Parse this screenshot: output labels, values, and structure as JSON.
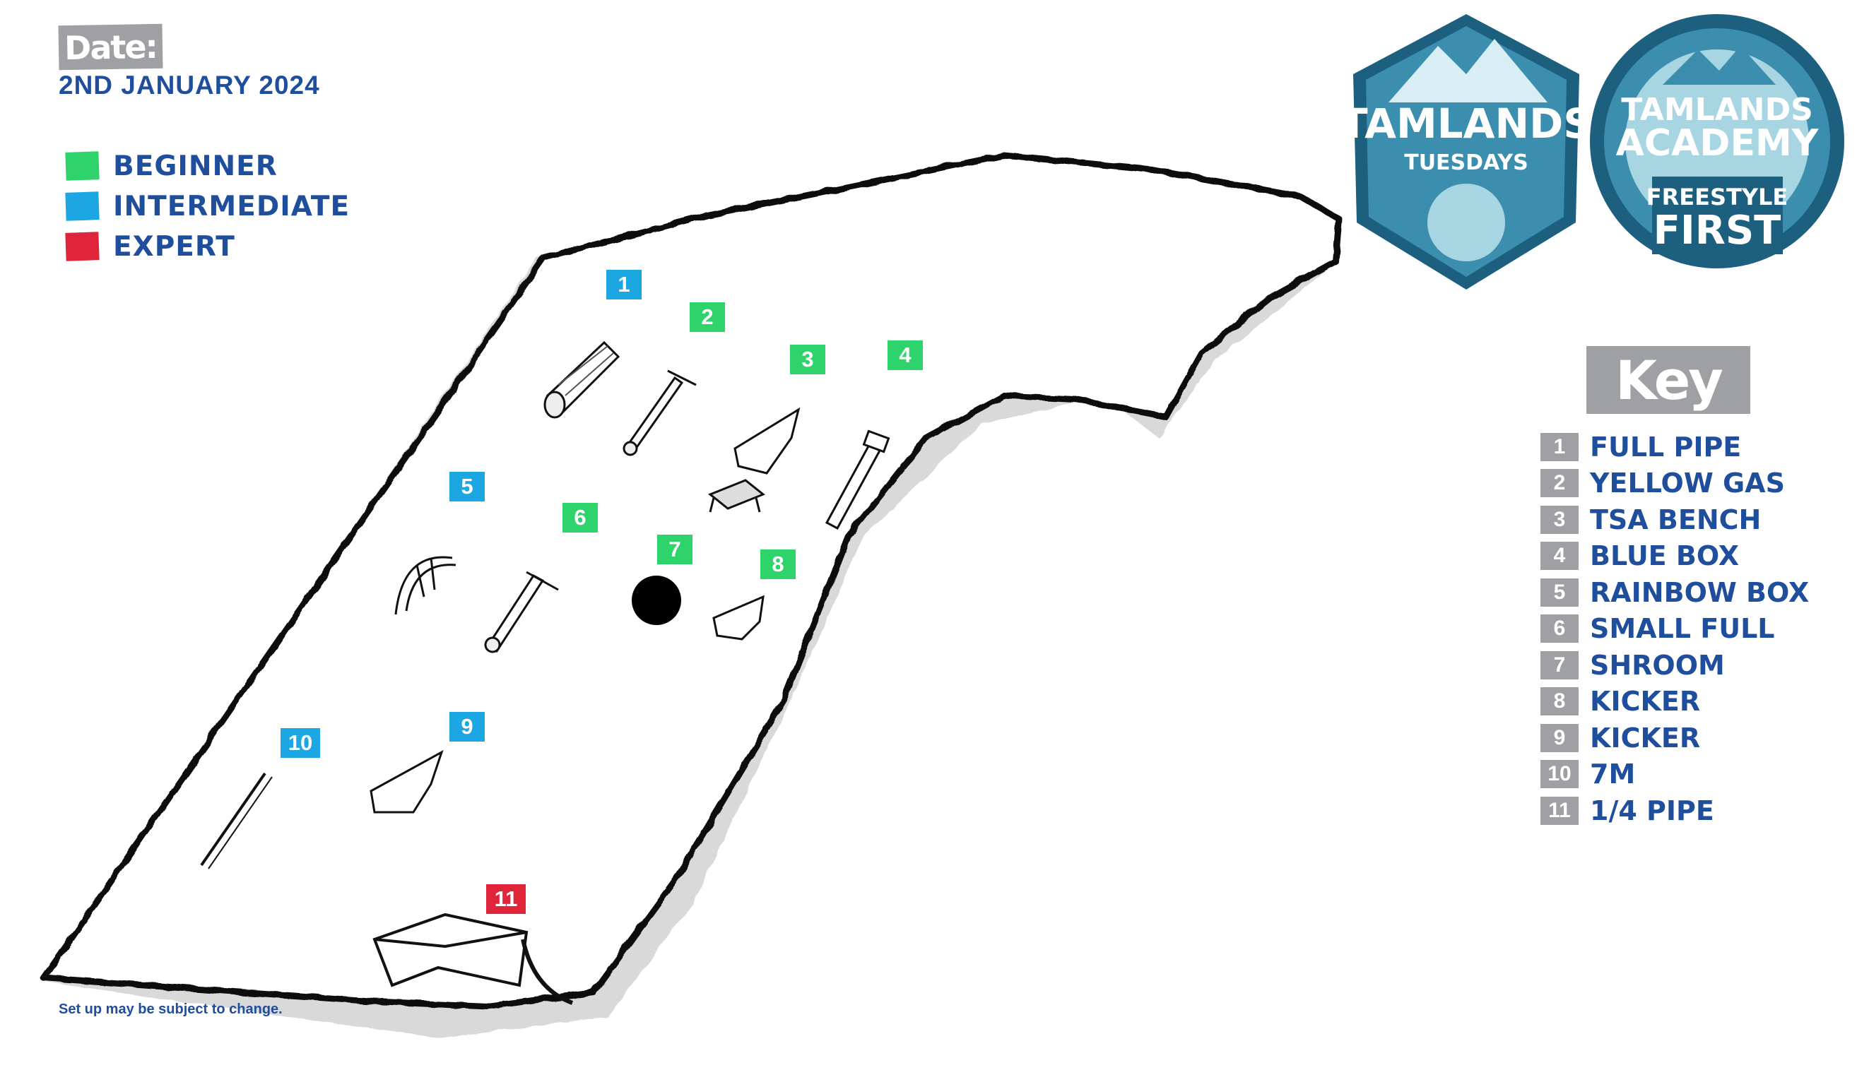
{
  "date": {
    "label": "Date:",
    "value": "2ND JANUARY 2024"
  },
  "difficulty_legend": [
    {
      "label": "BEGINNER",
      "color": "#2fd36b"
    },
    {
      "label": "INTERMEDIATE",
      "color": "#1ca7e2"
    },
    {
      "label": "EXPERT",
      "color": "#e0243a"
    }
  ],
  "key": {
    "title": "Key",
    "items": [
      {
        "num": "1",
        "label": "FULL PIPE",
        "level": "INTERMEDIATE"
      },
      {
        "num": "2",
        "label": "YELLOW GAS",
        "level": "BEGINNER"
      },
      {
        "num": "3",
        "label": "TSA BENCH",
        "level": "BEGINNER"
      },
      {
        "num": "4",
        "label": "BLUE BOX",
        "level": "BEGINNER"
      },
      {
        "num": "5",
        "label": "RAINBOW BOX",
        "level": "INTERMEDIATE"
      },
      {
        "num": "6",
        "label": "SMALL FULL",
        "level": "BEGINNER"
      },
      {
        "num": "7",
        "label": "SHROOM",
        "level": "BEGINNER"
      },
      {
        "num": "8",
        "label": "KICKER",
        "level": "BEGINNER"
      },
      {
        "num": "9",
        "label": "KICKER",
        "level": "INTERMEDIATE"
      },
      {
        "num": "10",
        "label": "7M",
        "level": "INTERMEDIATE"
      },
      {
        "num": "11",
        "label": "1/4 PIPE",
        "level": "EXPERT"
      }
    ]
  },
  "logos": {
    "tuesdays": {
      "line1": "TAMLANDS",
      "line2": "TUESDAYS"
    },
    "academy": {
      "line1": "TAMLANDS",
      "line2": "ACADEMY",
      "line3": "FREESTYLE",
      "line4": "FIRST"
    }
  },
  "icons": {
    "marker_shape": "square-tag",
    "shroom": "black-dot"
  },
  "disclaimer": "Set up may be subject to change."
}
